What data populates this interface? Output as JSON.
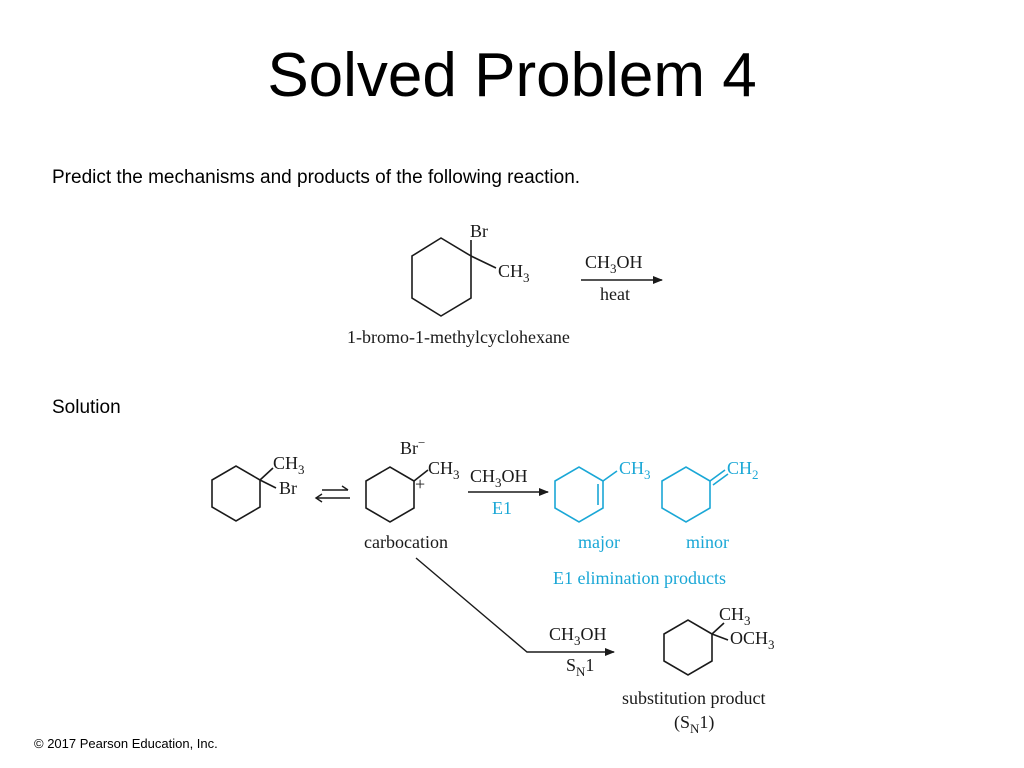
{
  "slide": {
    "title": "Solved Problem 4",
    "prompt": "Predict the mechanisms and products of the following reaction.",
    "solution_label": "Solution",
    "copyright": "© 2017 Pearson Education, Inc."
  },
  "reaction": {
    "substituent_br": "Br",
    "substituent_ch3": "CH",
    "substituent_ch3_sub": "3",
    "reagent": "CH",
    "reagent_sub": "3",
    "reagent_tail": "OH",
    "condition": "heat",
    "reactant_name": "1-bromo-1-methylcyclohexane"
  },
  "solution": {
    "start_ch3": "CH",
    "start_ch3_sub": "3",
    "start_br": "Br",
    "carbocation_br": "Br",
    "carbocation_br_charge": "−",
    "carbocation_ch3": "CH",
    "carbocation_ch3_sub": "3",
    "carbocation_charge": "+",
    "carbocation_label": "carbocation",
    "e1_reagent": "CH",
    "e1_reagent_sub": "3",
    "e1_reagent_tail": "OH",
    "e1_label": "E1",
    "major_ch3": "CH",
    "major_ch3_sub": "3",
    "minor_ch2": "CH",
    "minor_ch2_sub": "2",
    "major_label": "major",
    "minor_label": "minor",
    "e1_products_label": "E1 elimination products",
    "sn1_reagent": "CH",
    "sn1_reagent_sub": "3",
    "sn1_reagent_tail": "OH",
    "sn1_label": "S",
    "sn1_label_sub": "N",
    "sn1_label_tail": "1",
    "product_ch3": "CH",
    "product_ch3_sub": "3",
    "product_och3": "OCH",
    "product_och3_sub": "3",
    "product_label": "substitution product",
    "product_mech_open": "(S",
    "product_mech_sub": "N",
    "product_mech_close": "1)"
  },
  "colors": {
    "text": "#000000",
    "structure": "#1a1a1a",
    "highlight": "#1aa7d6"
  }
}
